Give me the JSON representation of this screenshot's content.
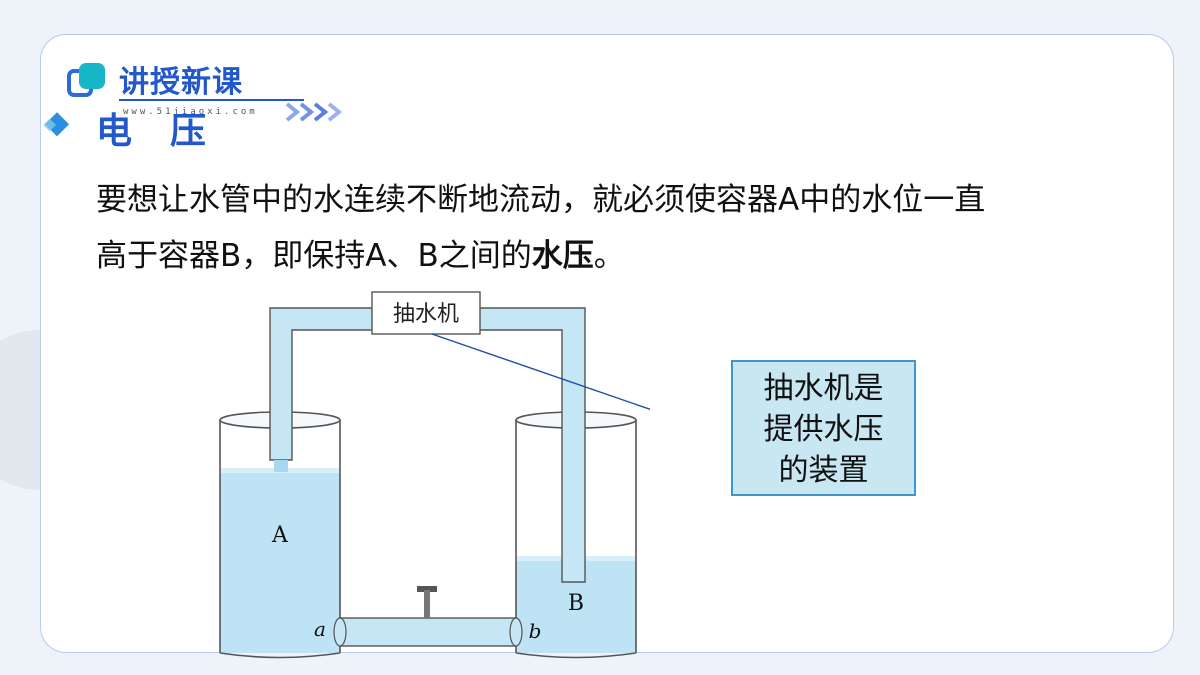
{
  "header": {
    "title": "讲授新课",
    "url": "www.51jiaoxi.com"
  },
  "section": {
    "title": "电压"
  },
  "paragraph": {
    "line1": "要想让水管中的水连续不断地流动，就必须使容器A中的水位一直",
    "line2_prefix": "高于容器B，即保持A、B之间的",
    "line2_bold": "水压",
    "line2_suffix": "。"
  },
  "diagram": {
    "pump_label": "抽水机",
    "container_a": "A",
    "container_b": "B",
    "point_a": "a",
    "point_b": "b"
  },
  "note": {
    "line1": "抽水机是",
    "line2": "提供水压",
    "line3": "的装置"
  },
  "colors": {
    "brand_blue": "#2258c9",
    "teal": "#17b6c6",
    "water": "#bde3f4",
    "pipe": "#c5e6f4",
    "note_bg": "#c9e6f3",
    "note_border": "#3f97cc"
  }
}
